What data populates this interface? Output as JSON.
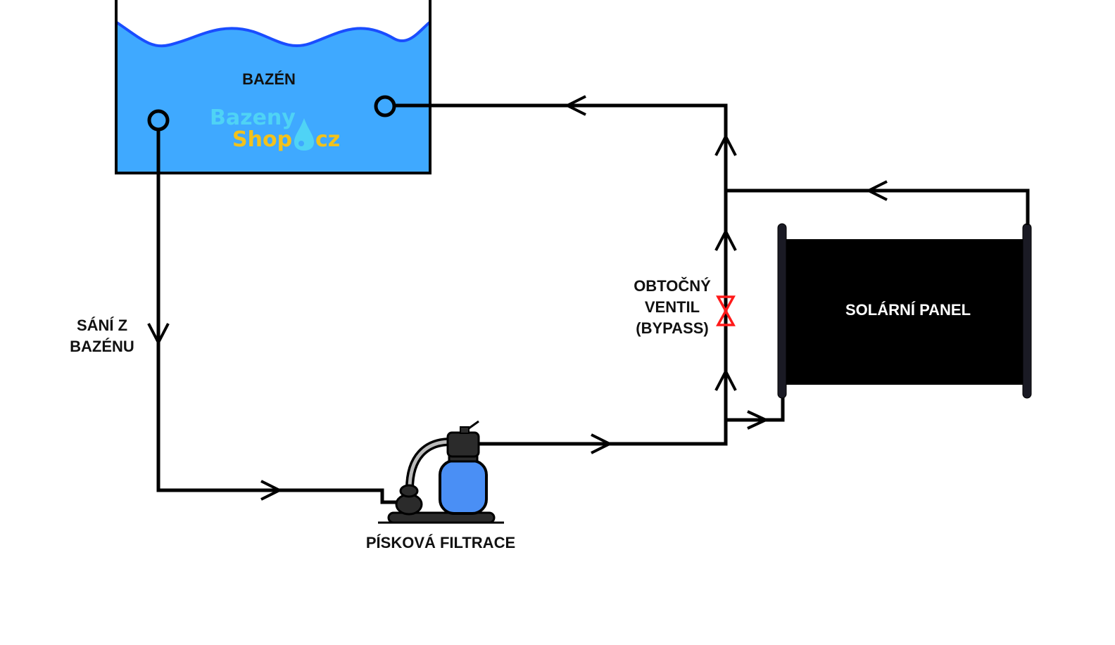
{
  "diagram": {
    "type": "pool solar heating circuit",
    "labels": {
      "pool": "BAZÉN",
      "suction": [
        "SÁNÍ Z",
        "BAZÉNU"
      ],
      "filter": "PÍSKOVÁ FILTRACE",
      "bypass": [
        "OBTOČNÝ",
        "VENTIL",
        "(BYPASS)"
      ],
      "solar_panel": "SOLÁRNÍ PANEL"
    },
    "logo": {
      "line1": "Bazeny",
      "line2a": "Shop",
      "line2b": "cz"
    },
    "colors": {
      "water": "#3fa9ff",
      "wave": "#1a4dff",
      "filter_tank": "#4a8ff5",
      "pump_body": "#2b2b2b",
      "valve": "#ff1a1a",
      "panel": "#000000",
      "logo_blue": "#4fd3f5",
      "logo_yellow": "#f2c21b"
    },
    "flow": [
      {
        "from": "pool",
        "to": "filter",
        "via": "suction"
      },
      {
        "from": "filter",
        "to": "bypass-valve"
      },
      {
        "from": "filter",
        "to": "solar-panel"
      },
      {
        "from": "solar-panel",
        "to": "pool"
      },
      {
        "from": "bypass-valve",
        "to": "pool"
      }
    ]
  }
}
